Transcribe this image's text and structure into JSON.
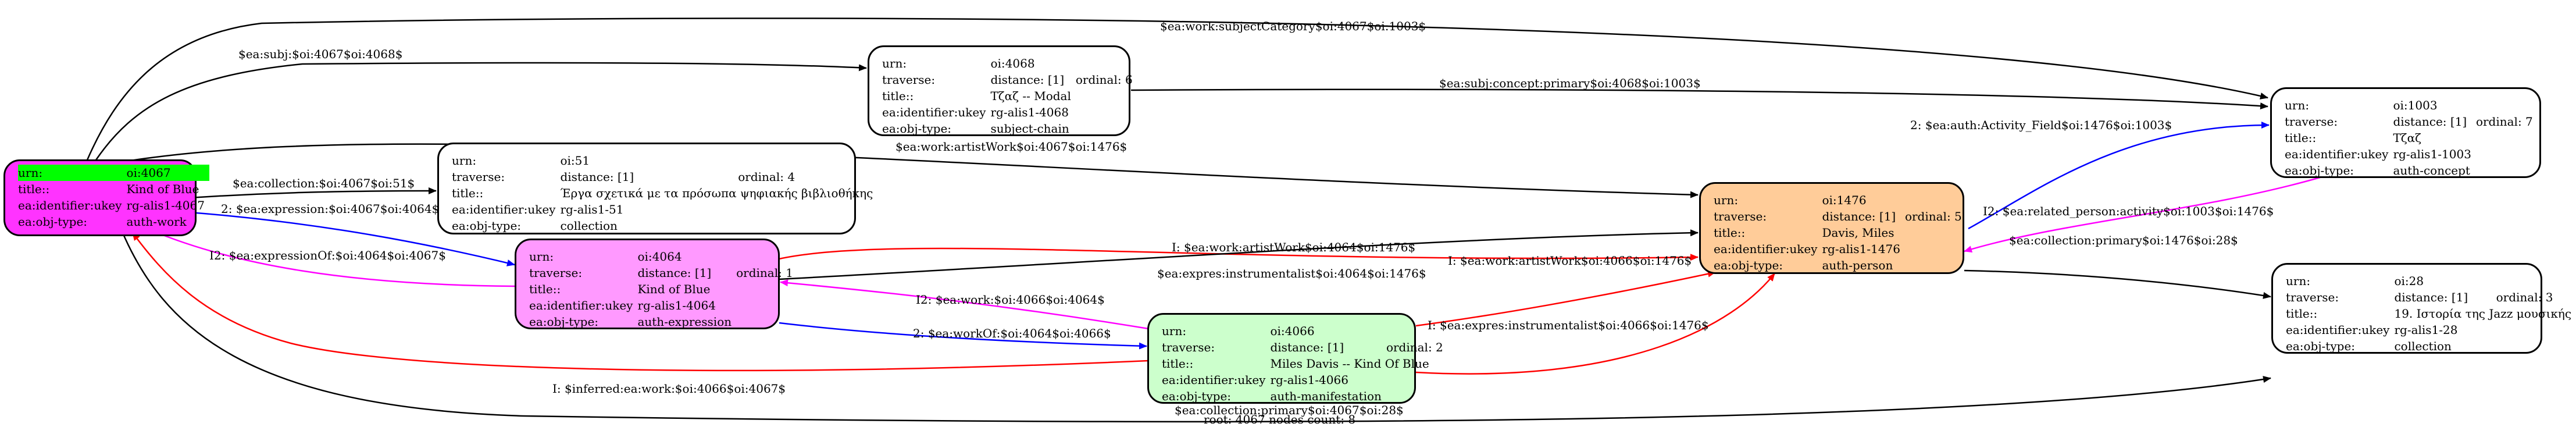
{
  "graph": {
    "footer": "root: 4067 nodes count: 8",
    "colors": {
      "black": "#000000",
      "red": "#ff0000",
      "blue": "#0000ff",
      "magenta": "#ff00ff",
      "root_fill": "#ff33ff",
      "expr_fill": "#ff99ff",
      "manif_fill": "#ccffcc",
      "person_fill": "#ffcc99",
      "highlight": "#00ff00",
      "white": "#ffffff"
    },
    "nodes": {
      "n4067": {
        "rows": [
          [
            "urn:",
            "oi:4067"
          ],
          [
            "title::",
            "Kind of Blue"
          ],
          [
            "ea:identifier:ukey",
            "rg-alis1-4067"
          ],
          [
            "ea:obj-type:",
            "auth-work"
          ]
        ]
      },
      "n4068": {
        "rows": [
          [
            "urn:",
            "oi:4068",
            ""
          ],
          [
            "traverse:",
            "distance: [1]",
            "ordinal: 6"
          ],
          [
            "title::",
            "Τζαζ -- Modal",
            ""
          ],
          [
            "ea:identifier:ukey",
            "rg-alis1-4068",
            ""
          ],
          [
            "ea:obj-type:",
            "subject-chain",
            ""
          ]
        ]
      },
      "n51": {
        "rows": [
          [
            "urn:",
            "oi:51",
            ""
          ],
          [
            "traverse:",
            "distance: [1]",
            "ordinal: 4"
          ],
          [
            "title::",
            "Έργα σχετικά με τα πρόσωπα ψηφιακής βιβλιοθήκης",
            ""
          ],
          [
            "ea:identifier:ukey",
            "rg-alis1-51",
            ""
          ],
          [
            "ea:obj-type:",
            "collection",
            ""
          ]
        ]
      },
      "n4064": {
        "rows": [
          [
            "urn:",
            "oi:4064",
            ""
          ],
          [
            "traverse:",
            "distance: [1]",
            "ordinal: 1"
          ],
          [
            "title::",
            "Kind of Blue",
            ""
          ],
          [
            "ea:identifier:ukey",
            "rg-alis1-4064",
            ""
          ],
          [
            "ea:obj-type:",
            "auth-expression",
            ""
          ]
        ]
      },
      "n4066": {
        "rows": [
          [
            "urn:",
            "oi:4066",
            ""
          ],
          [
            "traverse:",
            "distance: [1]",
            "ordinal: 2"
          ],
          [
            "title::",
            "Miles Davis -- Kind Of Blue",
            ""
          ],
          [
            "ea:identifier:ukey",
            "rg-alis1-4066",
            ""
          ],
          [
            "ea:obj-type:",
            "auth-manifestation",
            ""
          ]
        ]
      },
      "n1476": {
        "rows": [
          [
            "urn:",
            "oi:1476",
            ""
          ],
          [
            "traverse:",
            "distance: [1]",
            "ordinal: 5"
          ],
          [
            "title::",
            "Davis, Miles",
            ""
          ],
          [
            "ea:identifier:ukey",
            "rg-alis1-1476",
            ""
          ],
          [
            "ea:obj-type:",
            "auth-person",
            ""
          ]
        ]
      },
      "n1003": {
        "rows": [
          [
            "urn:",
            "oi:1003",
            ""
          ],
          [
            "traverse:",
            "distance: [1]",
            "ordinal: 7"
          ],
          [
            "title::",
            "Τζαζ",
            ""
          ],
          [
            "ea:identifier:ukey",
            "rg-alis1-1003",
            ""
          ],
          [
            "ea:obj-type:",
            "auth-concept",
            ""
          ]
        ]
      },
      "n28": {
        "rows": [
          [
            "urn:",
            "oi:28",
            ""
          ],
          [
            "traverse:",
            "distance: [1]",
            "ordinal: 3"
          ],
          [
            "title::",
            "19. Ιστορία της Jazz μουσικής",
            ""
          ],
          [
            "ea:identifier:ukey",
            "rg-alis1-28",
            ""
          ],
          [
            "ea:obj-type:",
            "collection",
            ""
          ]
        ]
      }
    },
    "edges": [
      {
        "label": "$ea:work:subjectCategory$oi:4067$oi:1003$",
        "color": "black"
      },
      {
        "label": "$ea:subj:$oi:4067$oi:4068$",
        "color": "black"
      },
      {
        "label": "$ea:subj:concept:primary$oi:4068$oi:1003$",
        "color": "black"
      },
      {
        "label": "$ea:work:artistWork$oi:4067$oi:1476$",
        "color": "black"
      },
      {
        "label": "$ea:collection:$oi:4067$oi:51$",
        "color": "black"
      },
      {
        "label": "2: $ea:expression:$oi:4067$oi:4064$",
        "color": "blue"
      },
      {
        "label": "I2: $ea:expressionOf:$oi:4064$oi:4067$",
        "color": "magenta"
      },
      {
        "label": "I: $ea:work:artistWork$oi:4064$oi:1476$",
        "color": "red"
      },
      {
        "label": "$ea:expres:instrumentalist$oi:4064$oi:1476$",
        "color": "black"
      },
      {
        "label": "I2: $ea:work:$oi:4066$oi:4064$",
        "color": "magenta"
      },
      {
        "label": "2: $ea:workOf:$oi:4064$oi:4066$",
        "color": "blue"
      },
      {
        "label": "I: $ea:work:artistWork$oi:4066$oi:1476$",
        "color": "red"
      },
      {
        "label": "I: $ea:expres:instrumentalist$oi:4066$oi:1476$",
        "color": "red"
      },
      {
        "label": "I: $inferred:ea:work:$oi:4066$oi:4067$",
        "color": "red"
      },
      {
        "label": "$ea:collection:primary$oi:4067$oi:28$",
        "color": "black"
      },
      {
        "label": "2: $ea:auth:Activity_Field$oi:1476$oi:1003$",
        "color": "blue"
      },
      {
        "label": "I2: $ea:related_person:activity$oi:1003$oi:1476$",
        "color": "magenta"
      },
      {
        "label": "$ea:collection:primary$oi:1476$oi:28$",
        "color": "black"
      }
    ]
  }
}
